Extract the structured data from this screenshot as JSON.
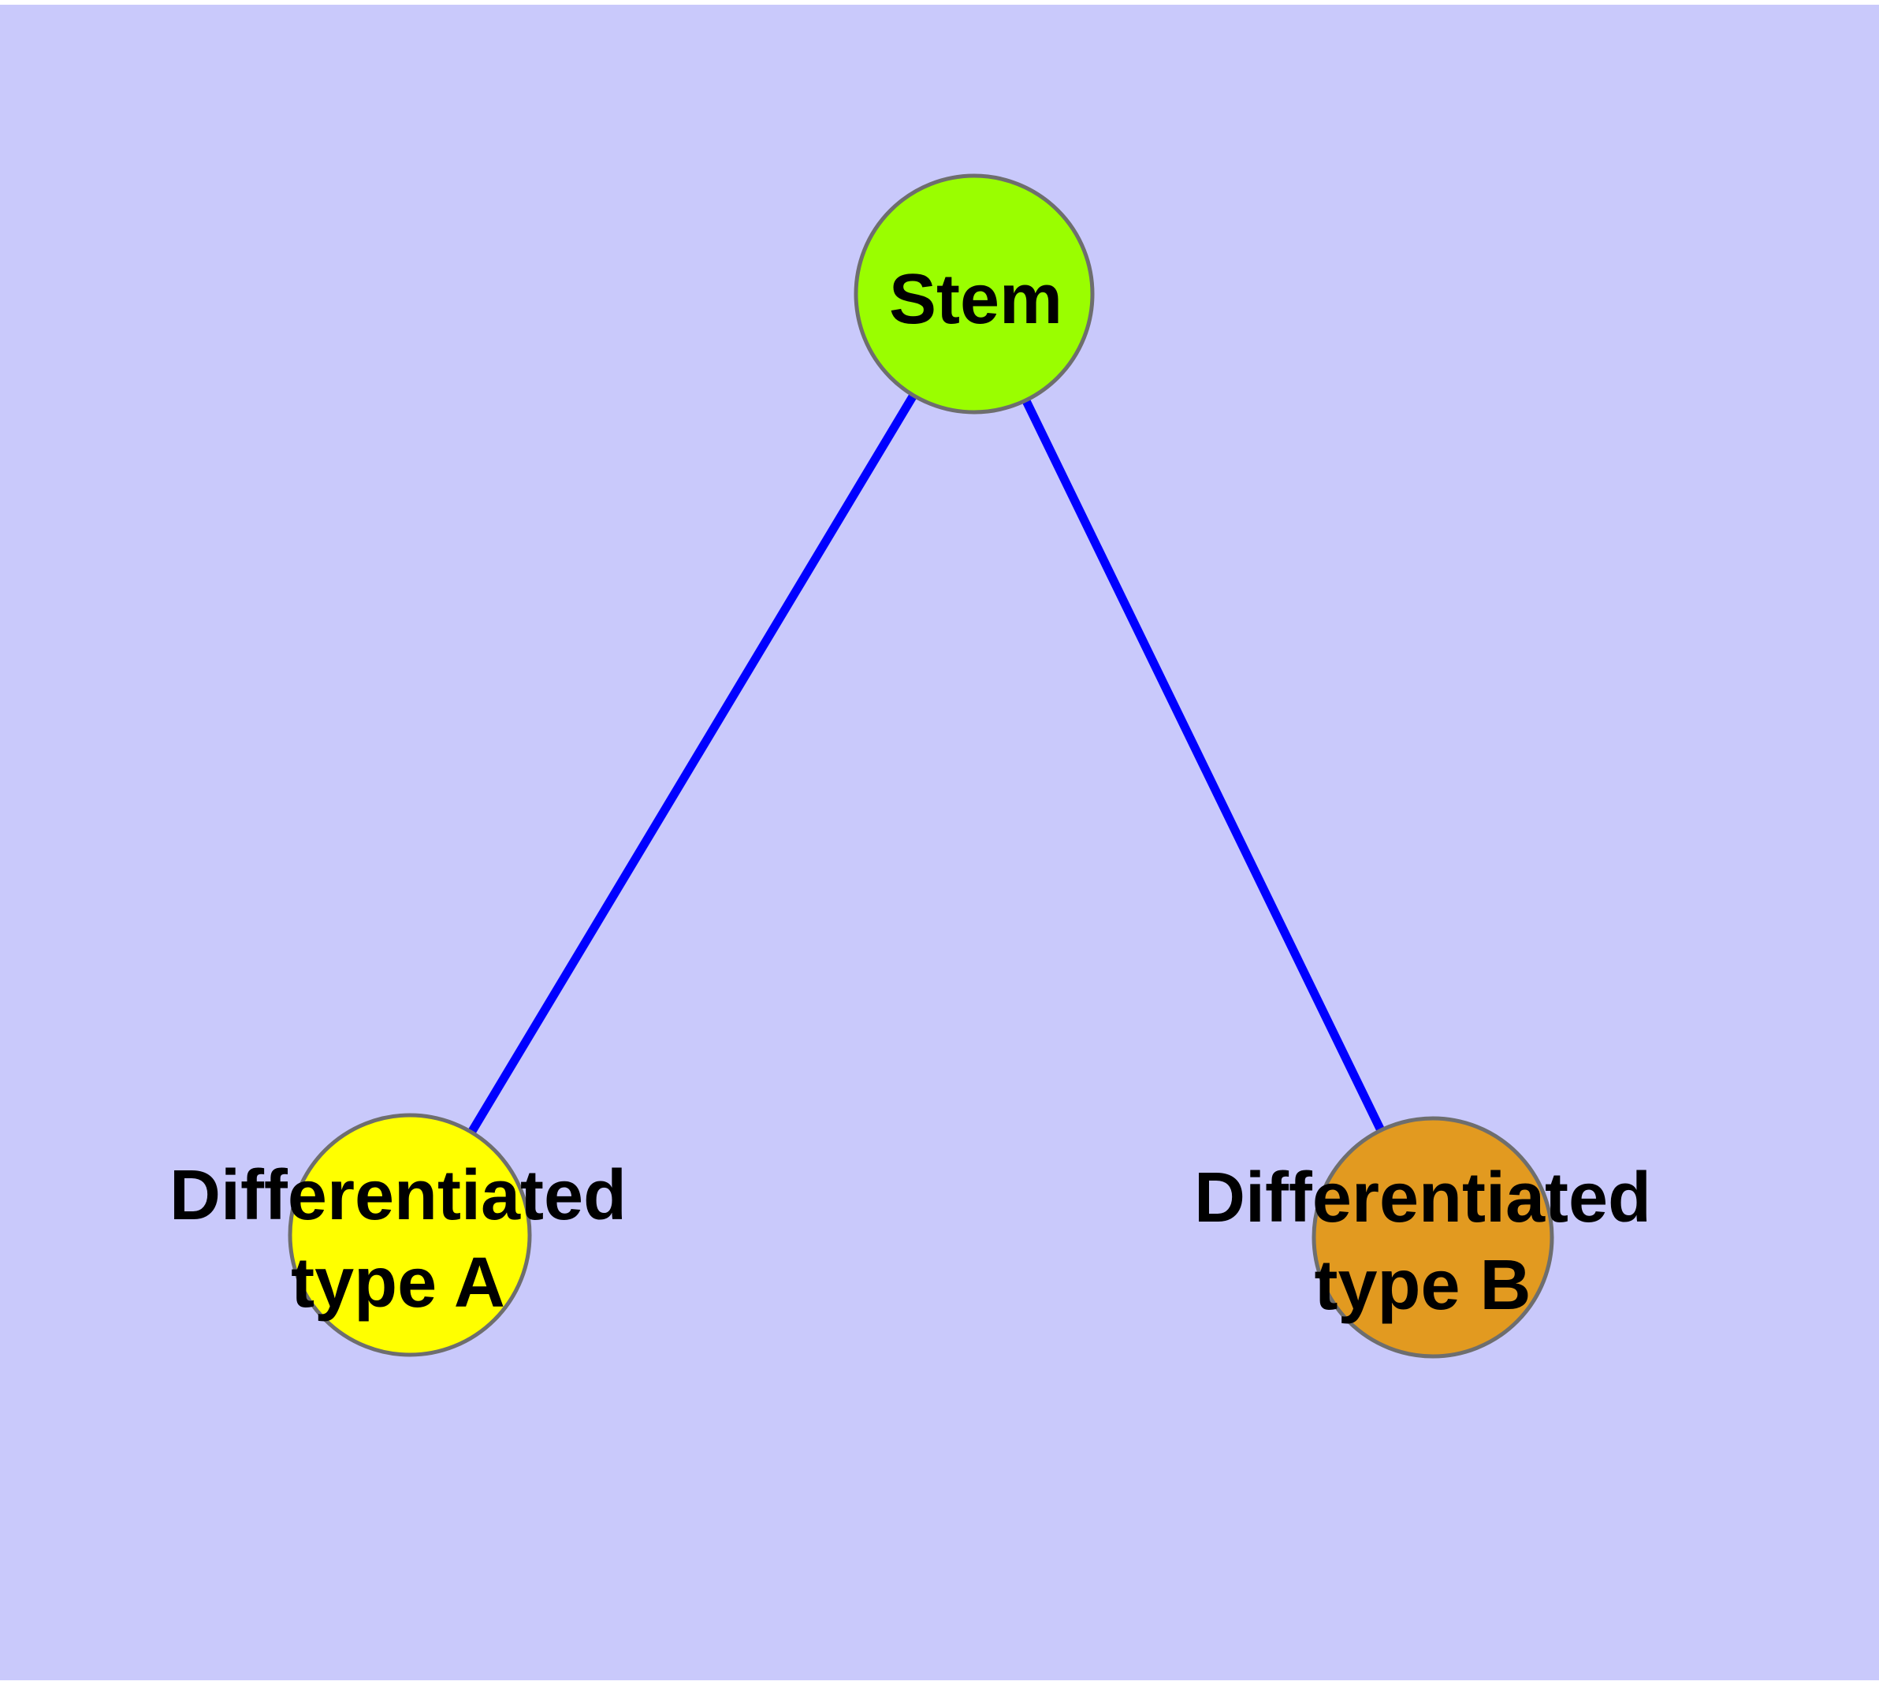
{
  "canvas": {
    "background_color": "#C9C9FB",
    "margin_color": "#FFFFFF"
  },
  "graph": {
    "type": "node-link-tree",
    "node_border_color": "#6E6E6E",
    "label_color": "#000000",
    "edge_color": "#0000FF",
    "nodes": [
      {
        "id": "stem",
        "label": "Stem",
        "fill_color": "#9AFE00"
      },
      {
        "id": "differentiated-type-a",
        "label_line1": "Differentiated",
        "label_line2": "type A",
        "fill_color": "#FFFF00"
      },
      {
        "id": "differentiated-type-b",
        "label_line1": "Differentiated",
        "label_line2": "type B",
        "fill_color": "#E29A20"
      }
    ],
    "edges": [
      {
        "from": "Stem",
        "to": "Differentiated type A",
        "color": "#0000FF"
      },
      {
        "from": "Stem",
        "to": "Differentiated type B",
        "color": "#0000FF"
      }
    ]
  }
}
